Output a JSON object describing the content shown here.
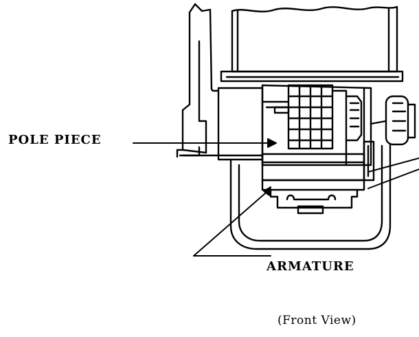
{
  "labels": {
    "pole_piece": "POLE PIECE",
    "armature": "ARMATURE",
    "caption": "(Front View)"
  },
  "colors": {
    "ink": "#000000",
    "paper": "#ffffff"
  }
}
